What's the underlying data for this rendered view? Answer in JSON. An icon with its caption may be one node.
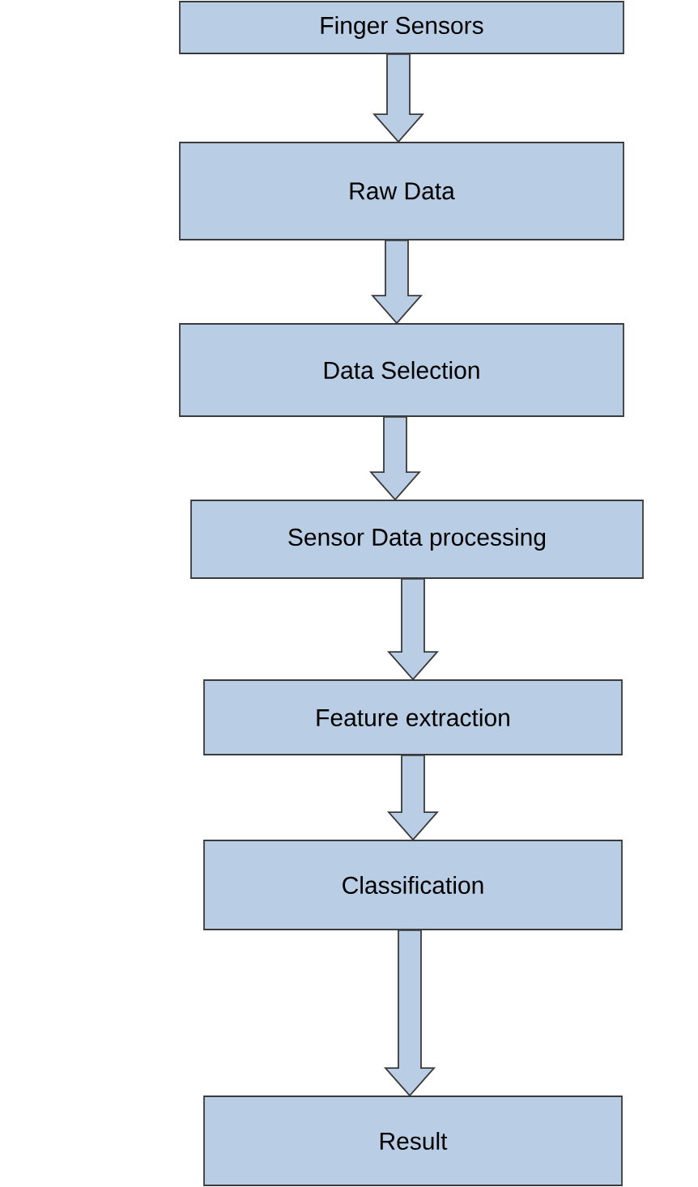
{
  "diagram": {
    "nodes": [
      {
        "text": [
          "Finger Sensors"
        ]
      },
      {
        "text": [
          "Raw Data"
        ]
      },
      {
        "text": [
          "Data Selection"
        ]
      },
      {
        "text": [
          "Sensor Data processing"
        ]
      },
      {
        "text": [
          "Feature extraction"
        ]
      },
      {
        "text": [
          "Classification"
        ]
      },
      {
        "text": [
          "Result"
        ]
      }
    ],
    "edges": [
      {
        "from": 0,
        "to": 1,
        "arrow": "to"
      },
      {
        "from": 1,
        "to": 2,
        "arrow": "to"
      },
      {
        "from": 2,
        "to": 3,
        "arrow": "to"
      },
      {
        "from": 3,
        "to": 4,
        "arrow": "to"
      },
      {
        "from": 4,
        "to": 5,
        "arrow": "to"
      },
      {
        "from": 5,
        "to": 6,
        "arrow": "to"
      }
    ]
  }
}
